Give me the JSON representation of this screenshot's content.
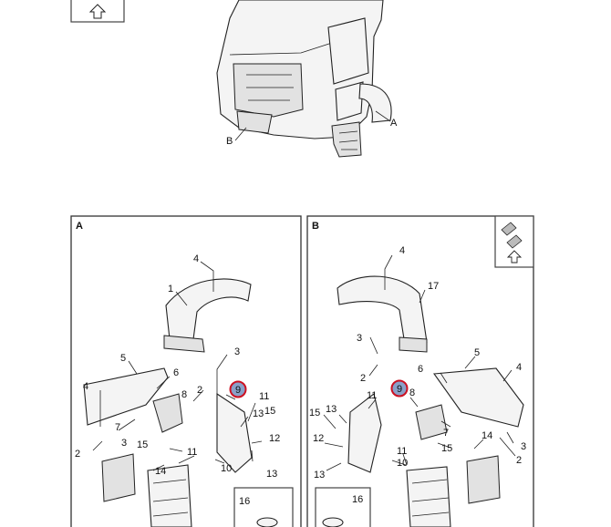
{
  "cab_labels": {
    "a": "A",
    "b": "B"
  },
  "panel_a": {
    "letter": "A",
    "callouts": [
      "4",
      "1",
      "3",
      "5",
      "6",
      "4",
      "9",
      "11",
      "8",
      "2",
      "15",
      "13",
      "7",
      "15",
      "12",
      "3",
      "11",
      "2",
      "14",
      "10",
      "13",
      "16"
    ]
  },
  "panel_b": {
    "letter": "B",
    "callouts": [
      "4",
      "17",
      "3",
      "2",
      "5",
      "6",
      "4",
      "9",
      "11",
      "8",
      "13",
      "15",
      "7",
      "14",
      "3",
      "12",
      "15",
      "2",
      "11",
      "10",
      "13",
      "16"
    ]
  },
  "highlight": {
    "label": "9",
    "color": "#cc1122",
    "fill": "#8aa0c8"
  }
}
